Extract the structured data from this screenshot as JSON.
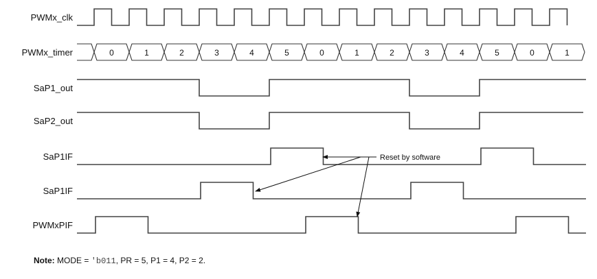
{
  "diagram": {
    "type": "timing-diagram",
    "signals": [
      {
        "id": "clk",
        "label": "PWMx_clk",
        "kind": "clock",
        "cycles": 14
      },
      {
        "id": "timer",
        "label": "PWMx_timer",
        "kind": "bus",
        "values": [
          "0",
          "1",
          "2",
          "3",
          "4",
          "5",
          "0",
          "1",
          "2",
          "3",
          "4",
          "5",
          "0",
          "1"
        ]
      },
      {
        "id": "sap1out",
        "label": "SaP1_out",
        "kind": "digital",
        "initial": 1,
        "transitions_at_cycle": [
          3,
          5,
          9,
          11
        ]
      },
      {
        "id": "sap2out",
        "label": "SaP2_out",
        "kind": "digital",
        "initial": 1,
        "transitions_at_cycle": [
          3,
          5,
          9,
          11
        ]
      },
      {
        "id": "sap1if_a",
        "label": "SaP1IF",
        "kind": "digital",
        "initial": 0,
        "transitions_at_cycle": [
          5,
          6.5,
          11,
          12.5
        ]
      },
      {
        "id": "sap1if_b",
        "label": "SaP1IF",
        "kind": "digital",
        "initial": 0,
        "transitions_at_cycle": [
          3,
          4.5,
          9,
          10.5
        ]
      },
      {
        "id": "pwmxpif",
        "label": "PWMxPIF",
        "kind": "digital",
        "initial": 0,
        "transitions_at_cycle": [
          0,
          1.5,
          6,
          7.5,
          12,
          13.5
        ]
      }
    ],
    "annotation": {
      "text": "Reset by software",
      "targets": [
        "sap1if_a fall @6.5",
        "sap1if_b fall @4.5",
        "pwmxpif fall @7.5"
      ]
    },
    "colors": {
      "wave": "#444444",
      "text": "#111111"
    }
  },
  "note": {
    "label": "Note:",
    "text_before": "MODE = ",
    "code": "'b011",
    "text_after": ", PR = 5, P1 = 4, P2 = 2."
  }
}
